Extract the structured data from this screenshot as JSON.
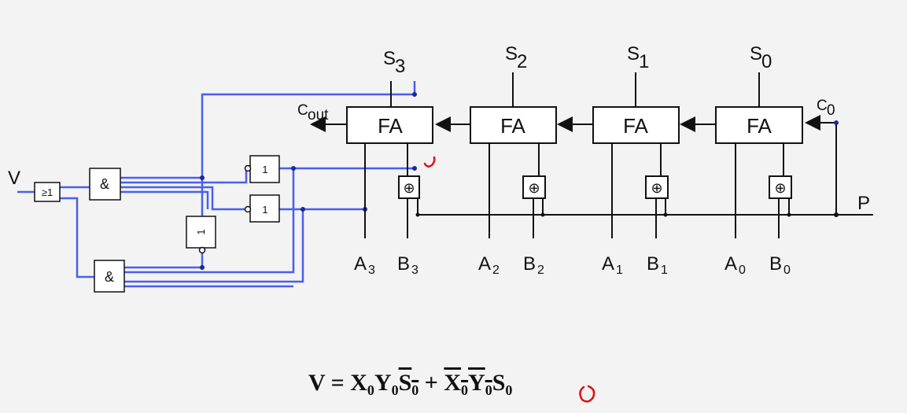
{
  "diagram": {
    "inputs": {
      "v": "V",
      "p": "P",
      "cout": "C",
      "cout_sub": "out",
      "c0": "C",
      "c0_sub": "0"
    },
    "full_adders": [
      {
        "label": "FA",
        "s": "S",
        "s_sub": "3",
        "a": "A",
        "a_sub": "3",
        "b": "B",
        "b_sub": "3"
      },
      {
        "label": "FA",
        "s": "S",
        "s_sub": "2",
        "a": "A",
        "a_sub": "2",
        "b": "B",
        "b_sub": "2"
      },
      {
        "label": "FA",
        "s": "S",
        "s_sub": "1",
        "a": "A",
        "a_sub": "1",
        "b": "B",
        "b_sub": "1"
      },
      {
        "label": "FA",
        "s": "S",
        "s_sub": "0",
        "a": "A",
        "a_sub": "0",
        "b": "B",
        "b_sub": "0"
      }
    ],
    "gates": {
      "or": "≥1",
      "and_top": "&",
      "and_bottom": "&",
      "not_top": "1",
      "not_bottom": "1",
      "not_vertical": "1",
      "xor": "⊕"
    },
    "formula": {
      "lhs": "V",
      "eq": "=",
      "t1_x": "X",
      "t1_x_sub": "0",
      "t1_y": "Y",
      "t1_y_sub": "0",
      "t1_s": "S",
      "t1_s_sub": "0",
      "plus": "+",
      "t2_x": "X",
      "t2_x_sub": "0",
      "t2_y": "Y",
      "t2_y_sub": "0",
      "t2_s": "S",
      "t2_s_sub": "0"
    },
    "colors": {
      "wire_black": "#111111",
      "wire_blue": "#4a5ef0",
      "annotation_red": "#e01010"
    }
  }
}
